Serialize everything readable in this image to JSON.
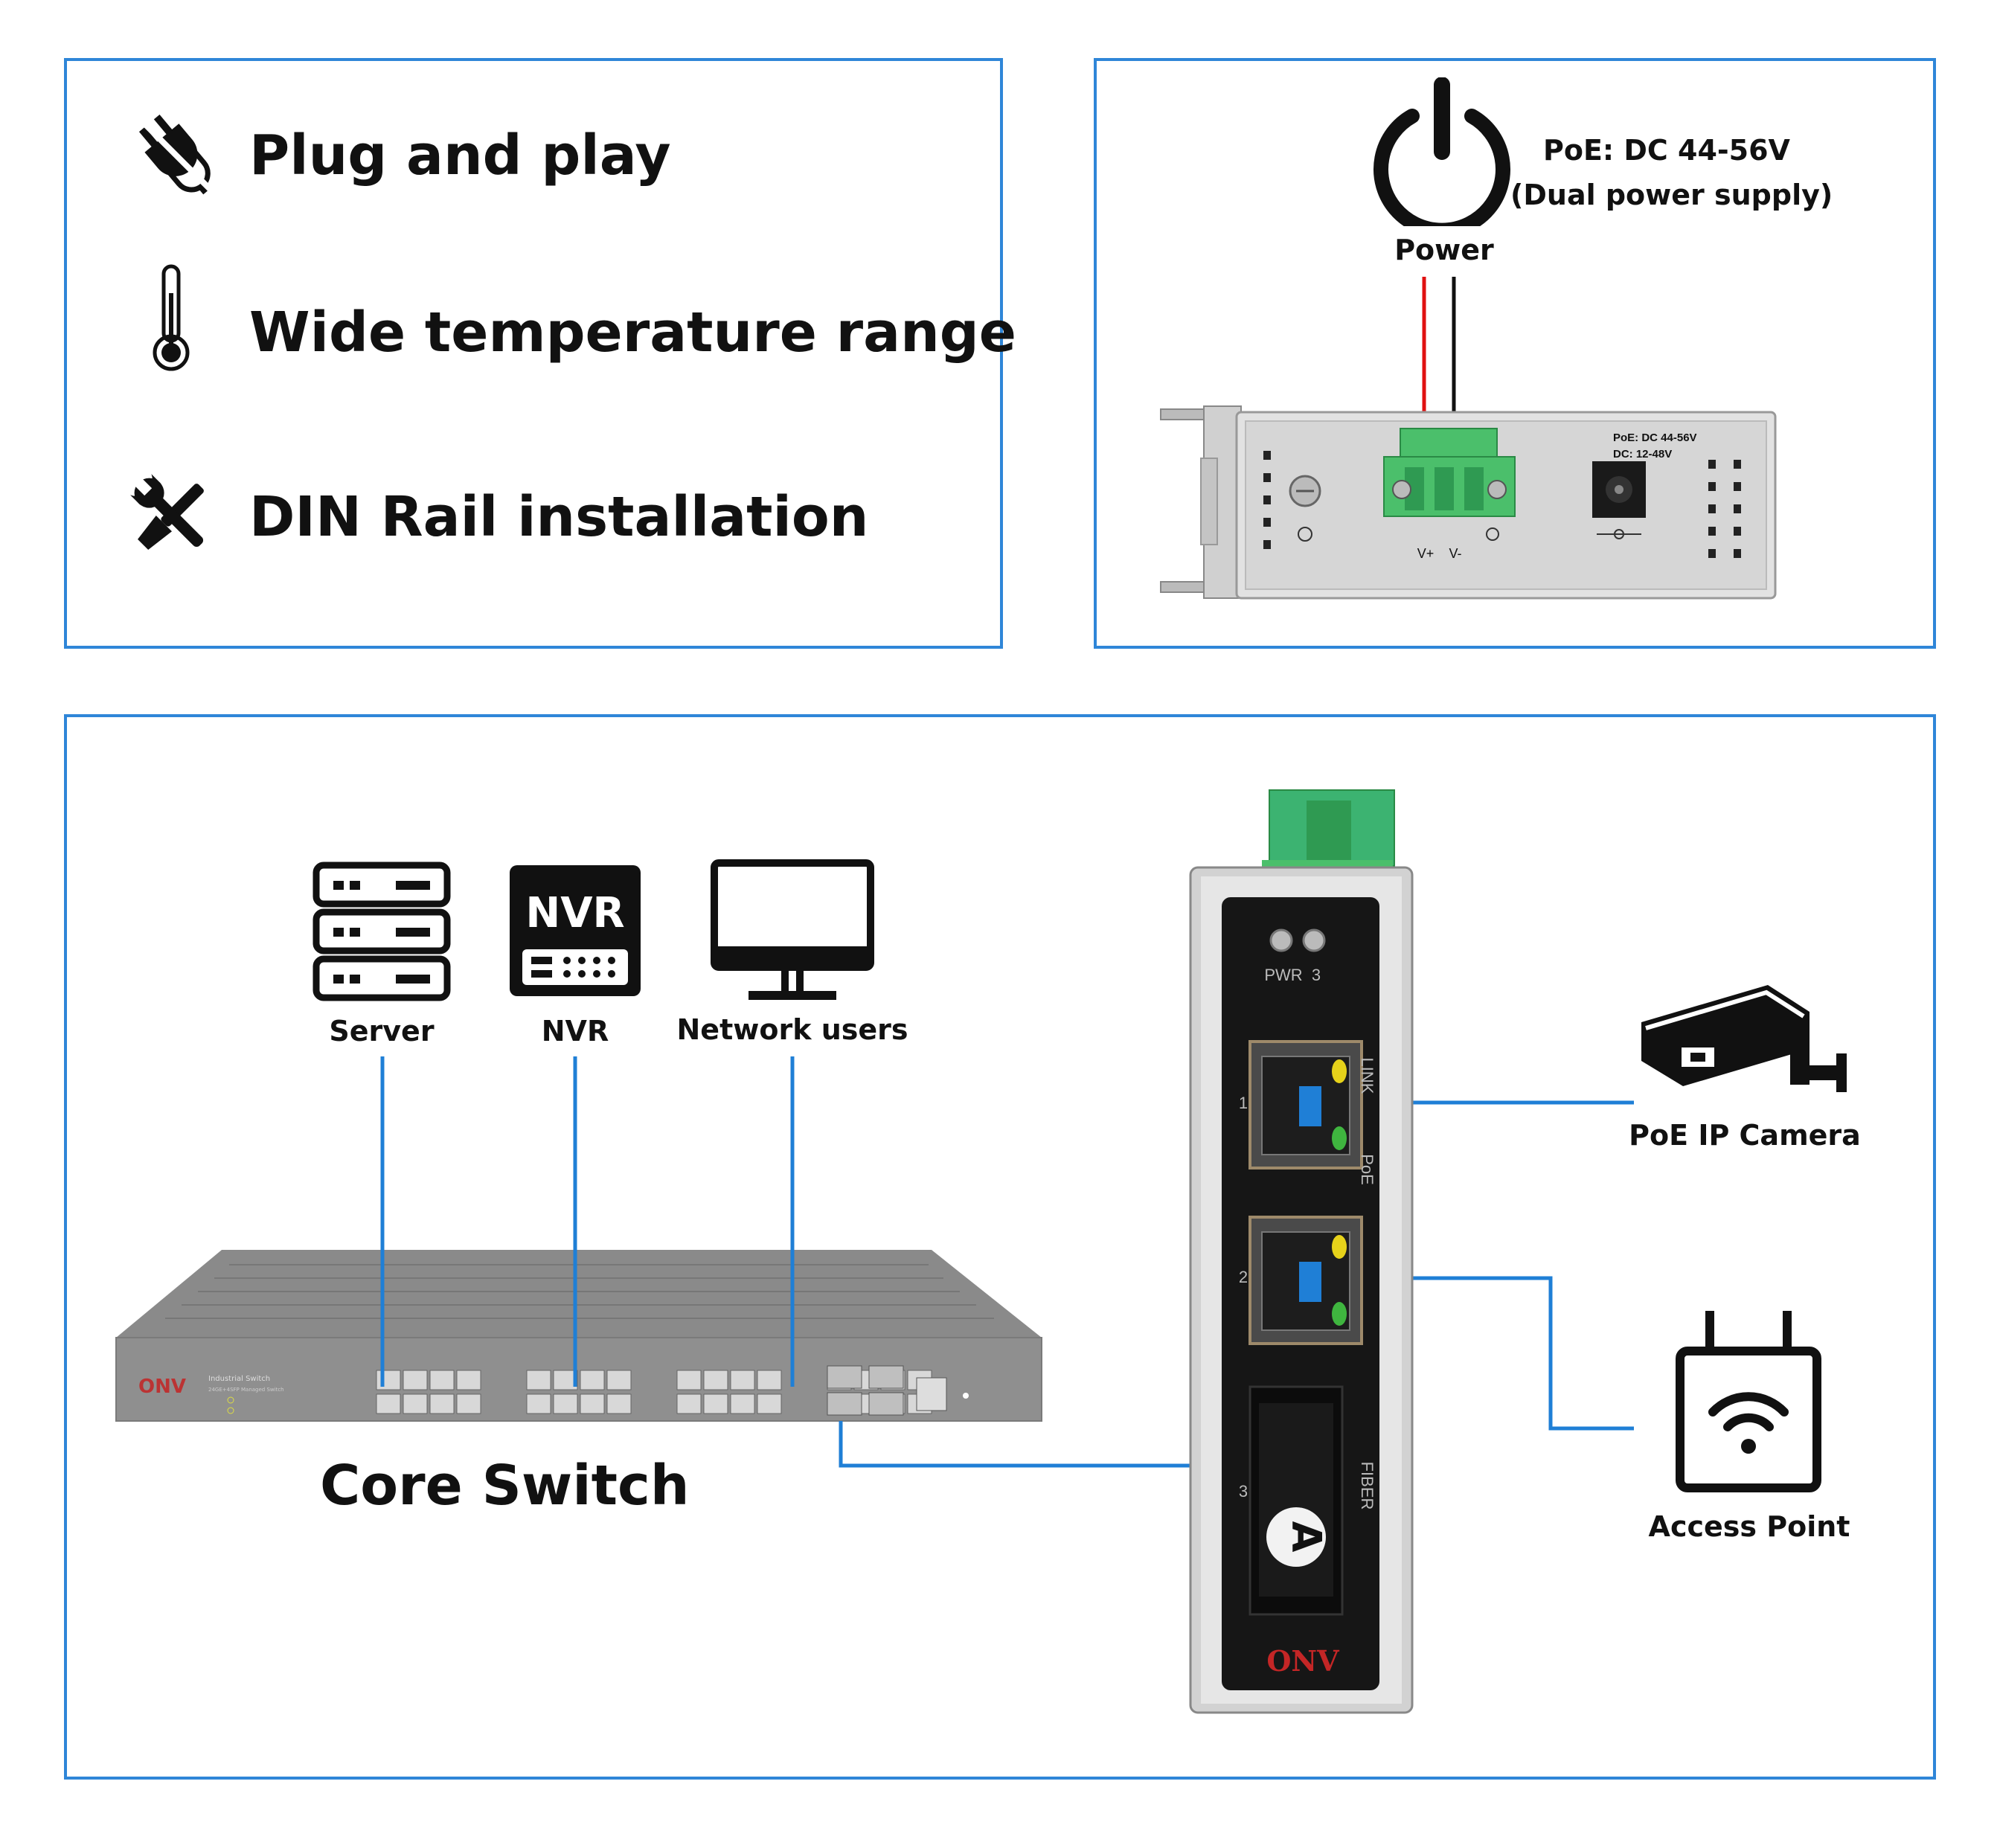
{
  "features": [
    {
      "icon": "plug-icon",
      "label": "Plug and play"
    },
    {
      "icon": "thermometer-icon",
      "label": "Wide temperature range"
    },
    {
      "icon": "tools-icon",
      "label": "DIN Rail installation"
    }
  ],
  "power": {
    "label": "Power",
    "spec_line1": "PoE: DC 44-56V",
    "spec_line2": "(Dual power supply)",
    "device_note1": "PoE: DC 44-56V",
    "device_note2": "DC: 12-48V",
    "terminal_vplus": "V+",
    "terminal_vminus": "V-"
  },
  "topology": {
    "devices": [
      {
        "icon": "server-icon",
        "label": "Server"
      },
      {
        "icon": "nvr-icon",
        "label": "NVR",
        "icon_text": "NVR"
      },
      {
        "icon": "monitor-icon",
        "label": "Network users"
      }
    ],
    "core_switch_label": "Core Switch",
    "core_switch_brand": "ONV",
    "core_switch_model1": "Industrial Switch",
    "core_switch_model2": "24GE+4SFP Managed Switch",
    "endpoints": [
      {
        "icon": "camera-icon",
        "label": "PoE IP Camera"
      },
      {
        "icon": "access-point-icon",
        "label": "Access Point"
      }
    ],
    "switch_front": {
      "led_pwr": "PWR",
      "led_3": "3",
      "port1_num": "1",
      "port2_num": "2",
      "port3_num": "3",
      "link_label": "LINK",
      "poe_label": "PoE",
      "fiber_label": "FIBER",
      "fiber_badge": "A",
      "brand": "ONV"
    }
  },
  "colors": {
    "border": "#2f86d8",
    "connector_line": "#1f7fd6",
    "terminal_green": "#3cb371",
    "wire_red": "#e01010"
  }
}
